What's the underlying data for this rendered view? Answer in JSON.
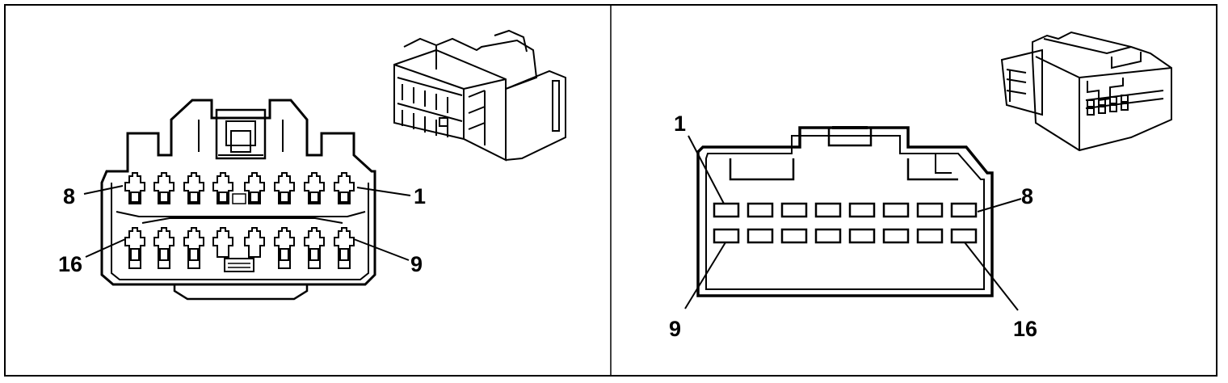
{
  "left_panel": {
    "pin_labels": {
      "top_left": "8",
      "top_right": "1",
      "bottom_left": "16",
      "bottom_right": "9"
    }
  },
  "right_panel": {
    "pin_labels": {
      "top_left": "1",
      "top_right": "8",
      "bottom_left": "9",
      "bottom_right": "16"
    }
  }
}
